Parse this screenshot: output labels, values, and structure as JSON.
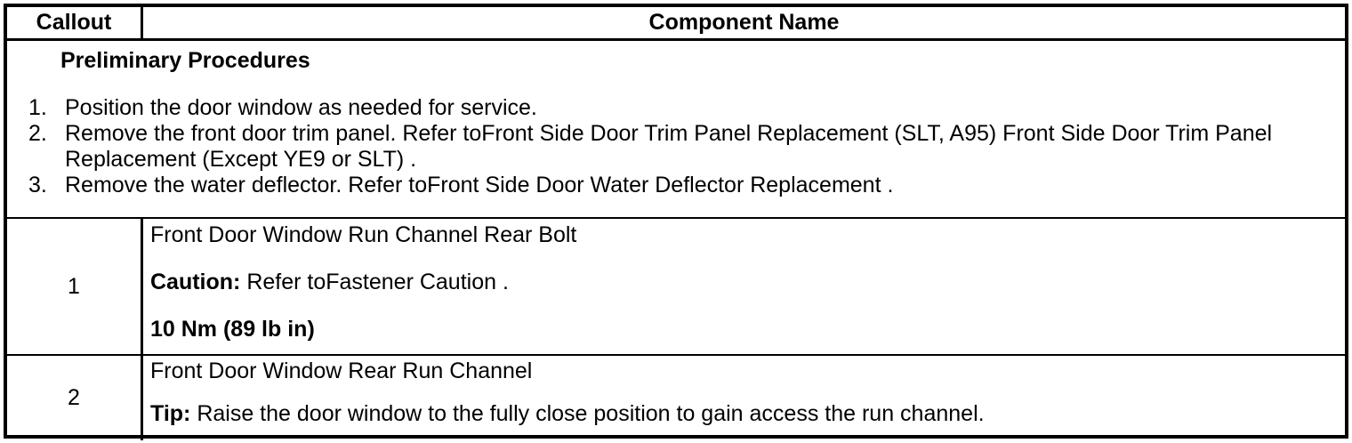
{
  "table": {
    "header": {
      "callout": "Callout",
      "component_name": "Component Name"
    },
    "preliminary": {
      "title": "Preliminary Procedures",
      "steps": [
        {
          "num": "1.",
          "text": "Position the door window as needed for service."
        },
        {
          "num": "2.",
          "text": "Remove the front door trim panel. Refer toFront Side Door Trim Panel Replacement (SLT, A95) Front Side Door Trim Panel Replacement (Except YE9 or SLT) ."
        },
        {
          "num": "3.",
          "text": "Remove the water deflector. Refer toFront Side Door Water Deflector Replacement ."
        }
      ]
    },
    "rows": [
      {
        "callout": "1",
        "name": "Front Door Window Run Channel Rear Bolt",
        "note_label": "Caution:",
        "note_text": " Refer toFastener Caution .",
        "torque": "10 Nm (89 lb in)"
      },
      {
        "callout": "2",
        "name": "Front Door Window Rear Run Channel",
        "note_label": "Tip:",
        "note_text": " Raise the door window to the fully close position to gain access the run channel."
      }
    ]
  }
}
